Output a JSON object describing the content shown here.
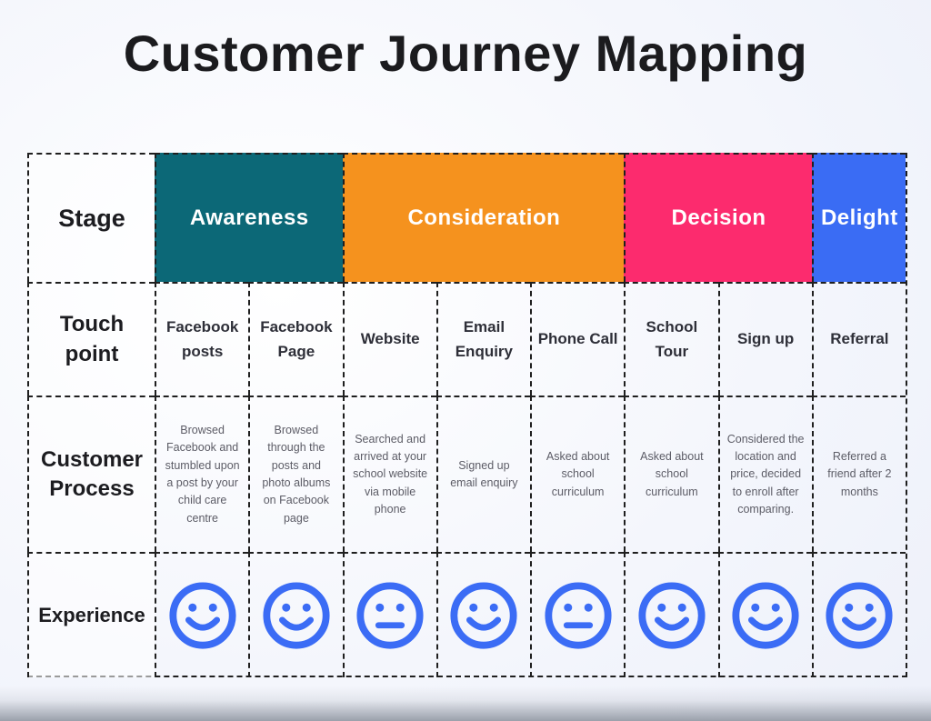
{
  "title": "Customer Journey Mapping",
  "colors": {
    "awareness": "#0c6877",
    "consideration": "#f5921e",
    "decision": "#fc2b6e",
    "delight": "#3a6cf4",
    "smiley": "#3b6cf5",
    "dashed_border": "#1f1f1f"
  },
  "table": {
    "row_labels": {
      "stage": "Stage",
      "touchpoint": "Touch point",
      "process": "Customer Process",
      "experience": "Experience"
    },
    "stages": [
      {
        "label": "Awareness",
        "color": "#0c6877",
        "span": 2
      },
      {
        "label": "Consideration",
        "color": "#f5921e",
        "span": 3
      },
      {
        "label": "Decision",
        "color": "#fc2b6e",
        "span": 2
      },
      {
        "label": "Delight",
        "color": "#3a6cf4",
        "span": 1
      }
    ],
    "touchpoints": [
      "Facebook posts",
      "Facebook Page",
      "Website",
      "Email Enquiry",
      "Phone Call",
      "School Tour",
      "Sign up",
      "Referral"
    ],
    "processes": [
      "Browsed Facebook and stumbled upon a post by your child care centre",
      "Browsed through the posts and photo albums on Facebook page",
      "Searched and arrived at your school website via mobile phone",
      "Signed up email enquiry",
      "Asked about school curriculum",
      "Asked about school curriculum",
      "Considered the location and price, decided to enroll after comparing.",
      "Referred a friend after 2 months"
    ],
    "experience": [
      "happy",
      "happy",
      "neutral",
      "happy",
      "neutral",
      "happy",
      "happy",
      "happy"
    ]
  }
}
